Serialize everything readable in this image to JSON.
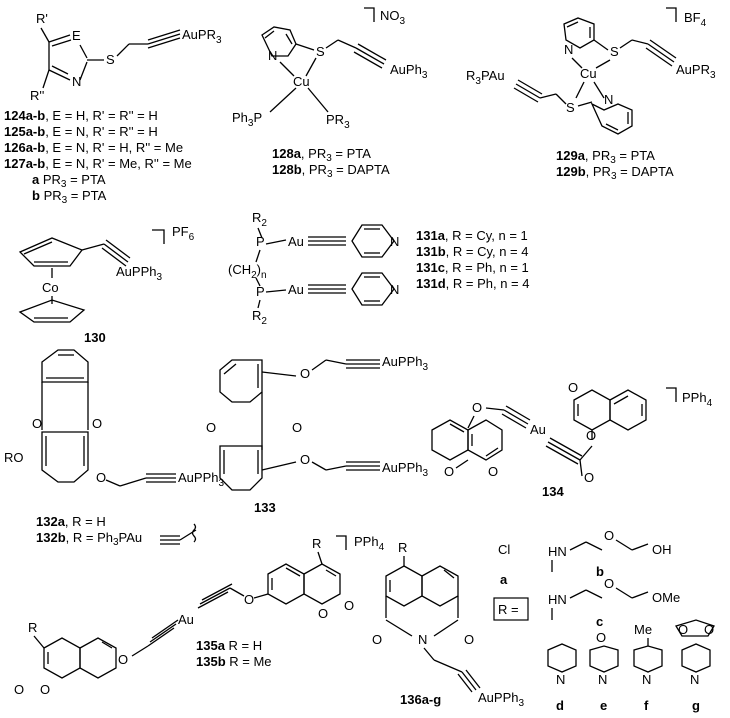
{
  "compounds": {
    "c124": {
      "atoms": {
        "R1": "R'",
        "E": "E",
        "N": "N",
        "R2": "R''",
        "S": "S",
        "Au": "AuPR",
        "sub3": "3"
      },
      "captions": [
        {
          "id": "124a-b",
          "text": ", E = H, R' = R'' = H"
        },
        {
          "id": "125a-b",
          "text": ", E = N, R' = R'' = H"
        },
        {
          "id": "126a-b",
          "text": ", E = N, R' = H, R'' = Me"
        },
        {
          "id": "127a-b",
          "text": ", E = N, R' = Me, R'' = Me"
        },
        {
          "id": "a",
          "text": " PR",
          "sub": "3",
          "tail": " = PTA"
        },
        {
          "id": "b",
          "text": " PR",
          "sub": "3",
          "tail": " = PTA"
        }
      ]
    },
    "c128": {
      "ion": "NO",
      "ion_sub": "3",
      "atoms": {
        "N": "N",
        "S": "S",
        "Cu": "Cu",
        "Au": "AuPh",
        "Au_sub": "3",
        "P1": "Ph",
        "P1_sub": "3",
        "P1b": "P",
        "P2": "PR",
        "P2_sub": "3"
      },
      "captions": [
        {
          "id": "128a",
          "text": ", PR",
          "sub": "3",
          "tail": " = PTA"
        },
        {
          "id": "128b",
          "text": ", PR",
          "sub": "3",
          "tail": " = DAPTA"
        }
      ]
    },
    "c129": {
      "ion": "BF",
      "ion_sub": "4",
      "atoms": {
        "N1": "N",
        "S1": "S",
        "Cu": "Cu",
        "Au1": "AuPR",
        "Au1_sub": "3",
        "Au2": "R",
        "Au2_sub": "3",
        "Au2b": "PAu",
        "S2": "S",
        "N2": "N"
      },
      "captions": [
        {
          "id": "129a",
          "text": ", PR",
          "sub": "3",
          "tail": " = PTA"
        },
        {
          "id": "129b",
          "text": ", PR",
          "sub": "3",
          "tail": " = DAPTA"
        }
      ]
    },
    "c130": {
      "ion": "PF",
      "ion_sub": "6",
      "atoms": {
        "Co": "Co",
        "Au": "AuPPh",
        "Au_sub": "3"
      },
      "label": "130"
    },
    "c131": {
      "atoms": {
        "R2a": "R",
        "R2a_sub": "2",
        "P1": "P",
        "Au1": "Au",
        "CH2": "(CH",
        "CH2_sub": "2",
        "CH2_close": ")",
        "n": "n",
        "P2": "P",
        "Au2": "Au",
        "R2b": "R",
        "R2b_sub": "2",
        "N1": "N",
        "N2": "N"
      },
      "captions": [
        {
          "id": "131a",
          "text": ", R = Cy, n = 1"
        },
        {
          "id": "131b",
          "text": ", R = Cy, n = 4"
        },
        {
          "id": "131c",
          "text": ", R = Ph, n = 1"
        },
        {
          "id": "131d",
          "text": ", R = Ph, n = 4"
        }
      ]
    },
    "c132": {
      "atoms": {
        "O1": "O",
        "O2": "O",
        "RO": "RO",
        "O3": "O",
        "Au": "AuPPh",
        "Au_sub": "3"
      },
      "captions": [
        {
          "id": "132a",
          "text": ", R = H"
        },
        {
          "id": "132b",
          "text": ", R = Ph",
          "sub": "3",
          "tail": "PAu"
        }
      ]
    },
    "c133": {
      "atoms": {
        "O1": "O",
        "O2": "O",
        "O3": "O",
        "O4": "O",
        "Au1": "AuPPh",
        "Au1_sub": "3",
        "Au2": "AuPPh",
        "Au2_sub": "3"
      },
      "label": "133"
    },
    "c134": {
      "ion": "PPh",
      "ion_sub": "4",
      "atoms": {
        "O1": "O",
        "O2": "O",
        "O3": "O",
        "Au": "Au",
        "O4": "O",
        "O5": "O",
        "O6": "O"
      },
      "label": "134"
    },
    "c135": {
      "ion": "PPh",
      "ion_sub": "4",
      "atoms": {
        "R1": "R",
        "R2": "R",
        "O1": "O",
        "O2": "O",
        "O3": "O",
        "O4": "O",
        "O5": "O",
        "O6": "O",
        "Au": "Au"
      },
      "captions": [
        {
          "id": "135a",
          "text": " R = H"
        },
        {
          "id": "135b",
          "text": " R = Me"
        }
      ]
    },
    "c136": {
      "atoms": {
        "R": "R",
        "O1": "O",
        "N": "N",
        "O2": "O",
        "Au": "AuPPh",
        "Au_sub": "3"
      },
      "label": "136a-g"
    }
  },
  "r_groups": {
    "req": "R =",
    "a": {
      "formula": "Cl",
      "label": "a"
    },
    "b": {
      "N": "HN",
      "O": "O",
      "OH": "OH",
      "label": "b"
    },
    "c": {
      "N": "HN",
      "O": "O",
      "OMe": "OMe",
      "label": "c"
    },
    "d": {
      "N": "N",
      "label": "d"
    },
    "e": {
      "O": "O",
      "N": "N",
      "label": "e"
    },
    "f": {
      "Me": "Me",
      "N": "N",
      "label": "f"
    },
    "g": {
      "O1": "O",
      "O2": "O",
      "N": "N",
      "label": "g"
    }
  }
}
